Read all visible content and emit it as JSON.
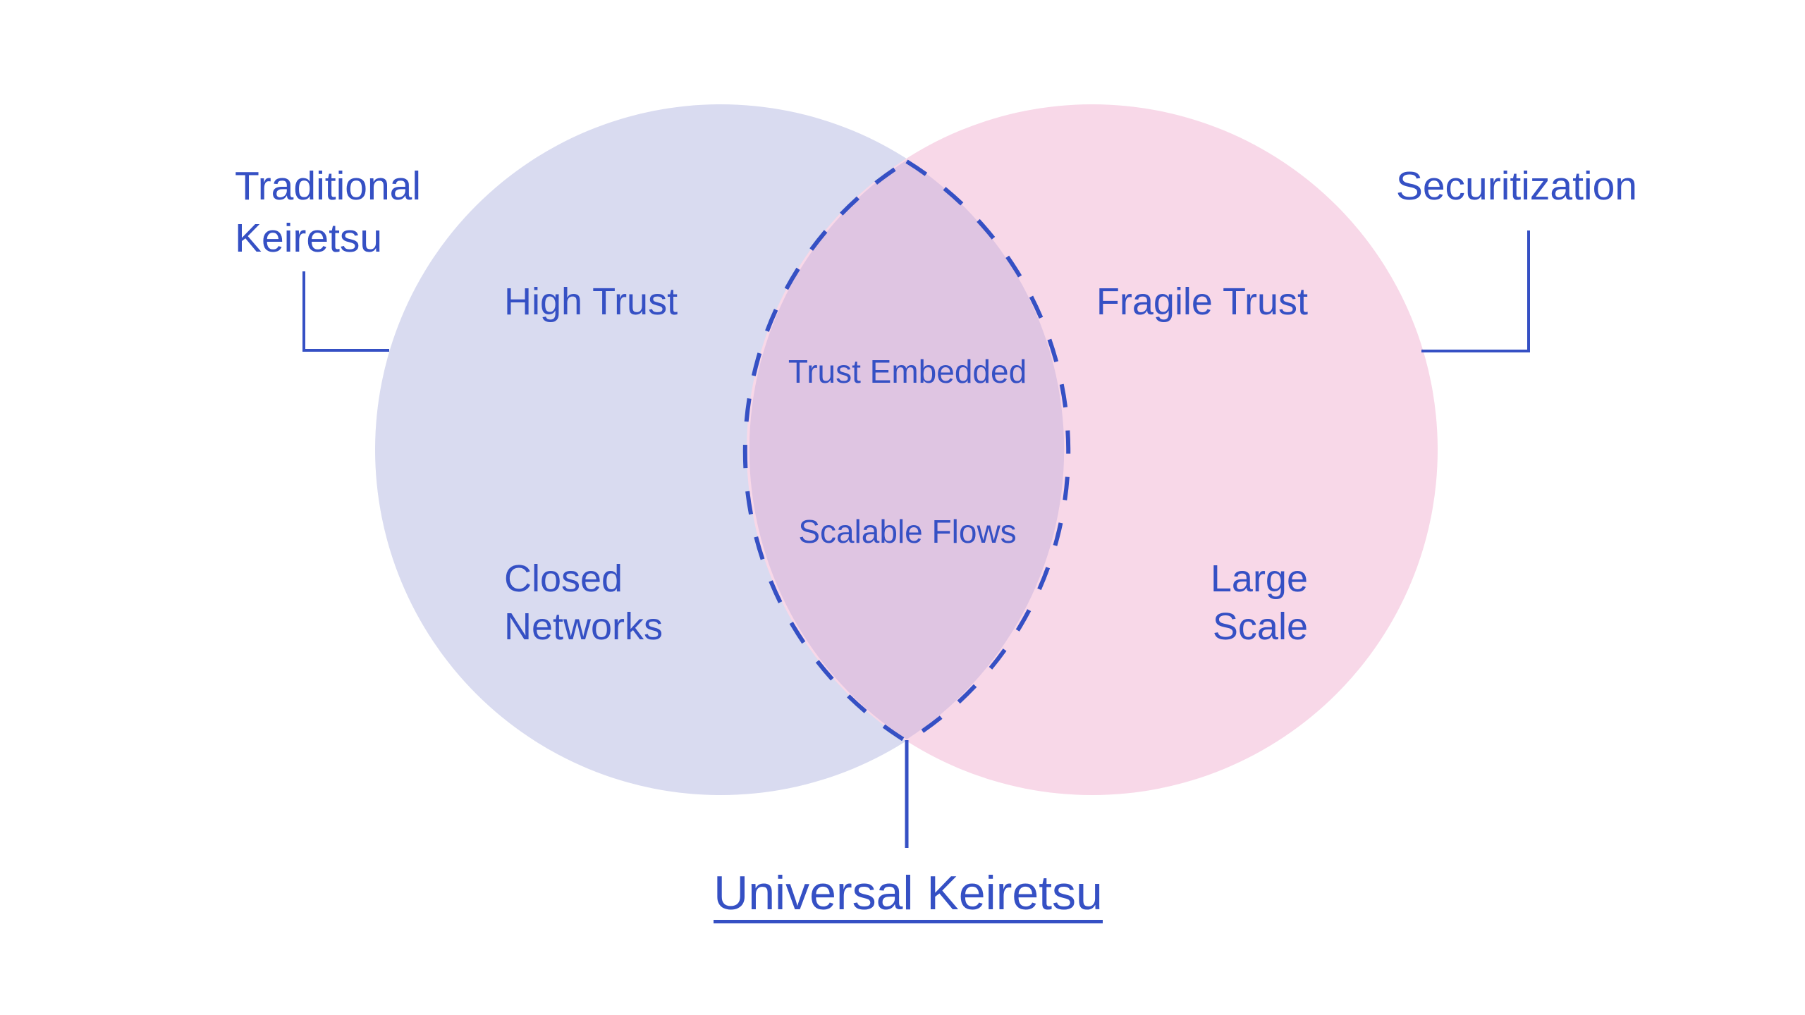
{
  "diagram": {
    "type": "venn",
    "colors": {
      "accent": "#3550C4",
      "left_fill": "#D9DBF0",
      "right_fill": "#F8D8E8",
      "overlap_fill": "#DFC5E2",
      "background": "#FFFFFF"
    },
    "left_set": {
      "title_lines": [
        "Traditional",
        "Keiretsu"
      ],
      "items": {
        "top": "High Trust",
        "bottom_lines": [
          "Closed",
          "Networks"
        ]
      }
    },
    "right_set": {
      "title_lines": [
        "Securitization"
      ],
      "items": {
        "top": "Fragile Trust",
        "bottom_lines": [
          "Large",
          "Scale"
        ]
      }
    },
    "intersection": {
      "items": [
        "Trust Embedded",
        "Scalable Flows"
      ],
      "result_label": "Universal Keiretsu"
    }
  }
}
